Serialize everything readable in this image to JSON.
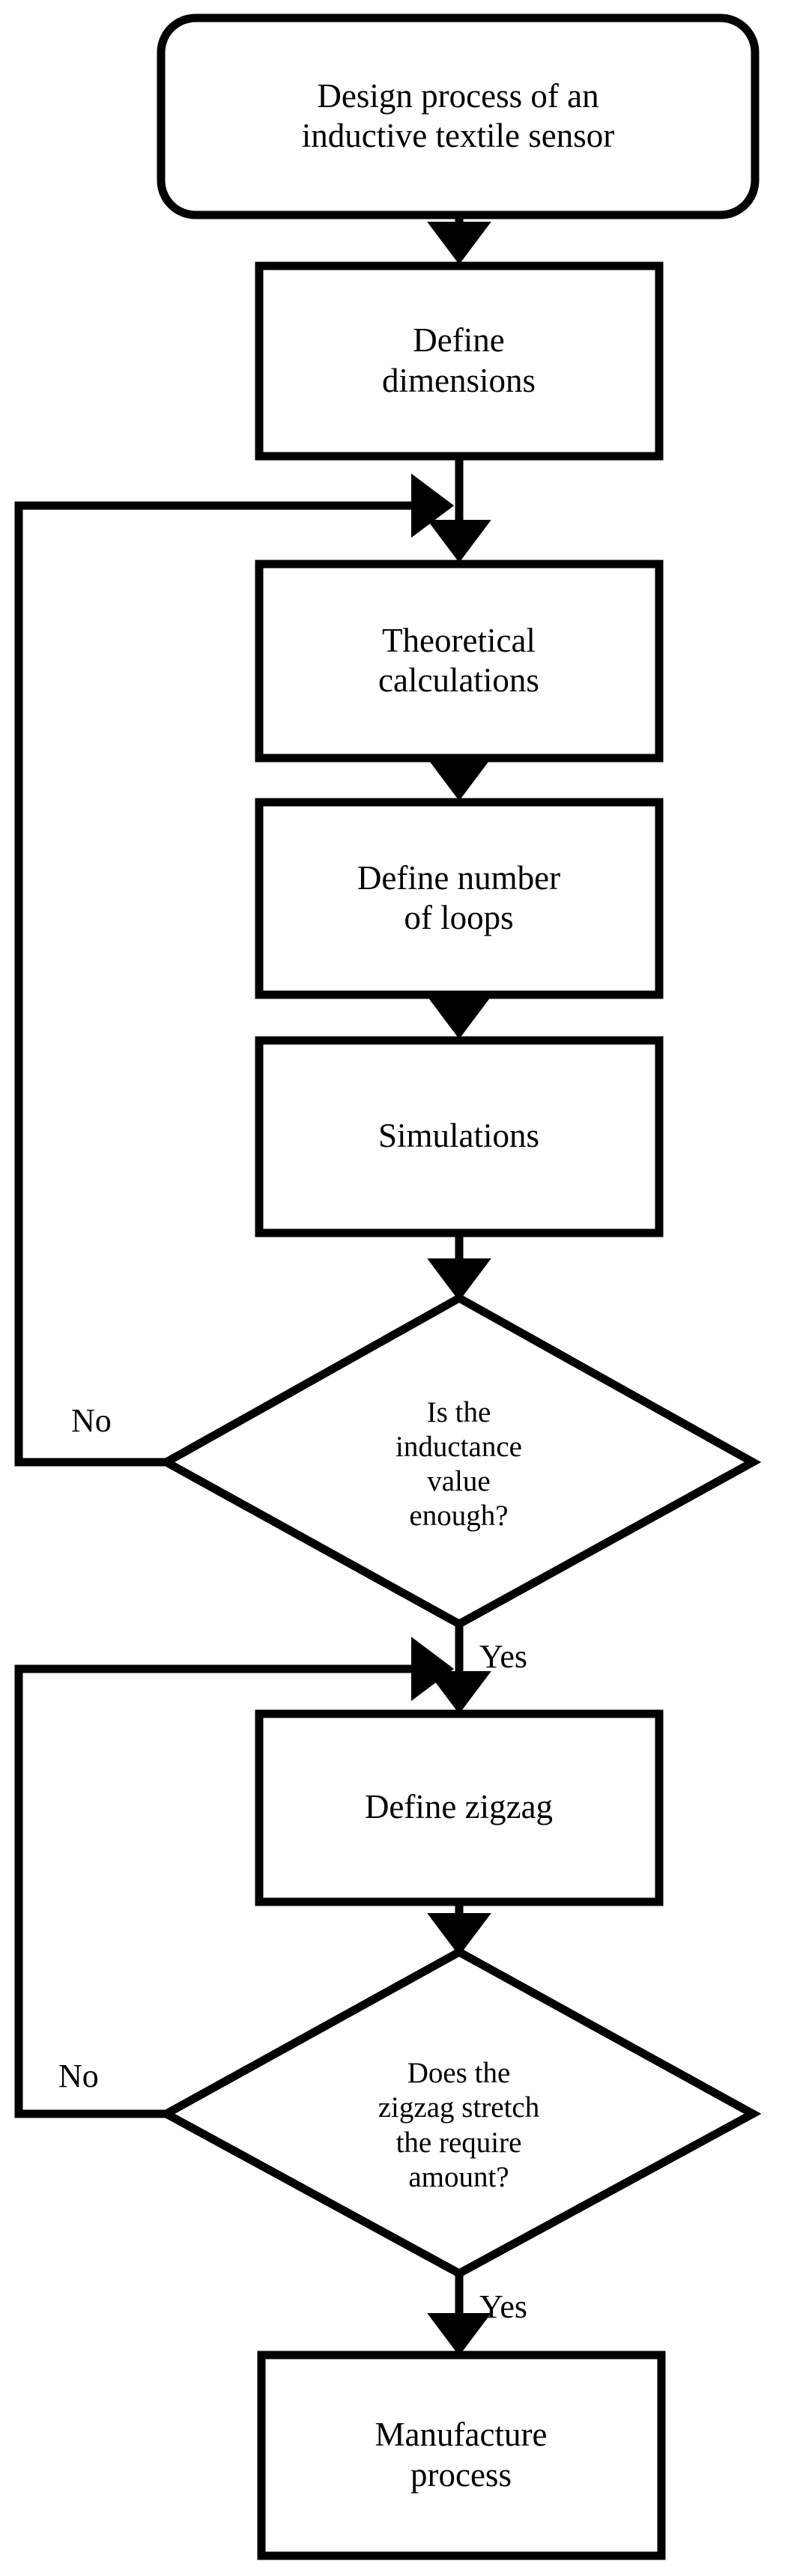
{
  "diagram": {
    "title": "Design process of an inductive textile sensor",
    "type": "flowchart",
    "orientation": "top-to-bottom",
    "stroke_color": "#000000",
    "fill_color": "#ffffff",
    "background_color": "#ffffff",
    "nodes": [
      {
        "id": "start",
        "shape": "rounded-rectangle",
        "label": "Design process of an\ninductive textile sensor"
      },
      {
        "id": "dimensions",
        "shape": "rectangle",
        "label": "Define\ndimensions"
      },
      {
        "id": "theory",
        "shape": "rectangle",
        "label": "Theoretical\ncalculations"
      },
      {
        "id": "loops",
        "shape": "rectangle",
        "label": "Define number\nof loops"
      },
      {
        "id": "simulations",
        "shape": "rectangle",
        "label": "Simulations"
      },
      {
        "id": "decision1",
        "shape": "diamond",
        "label": "Is the\ninductance\nvalue\nenough?"
      },
      {
        "id": "zigzag",
        "shape": "rectangle",
        "label": "Define zigzag"
      },
      {
        "id": "decision2",
        "shape": "diamond",
        "label": "Does the\nzigzag stretch\nthe require\namount?"
      },
      {
        "id": "manufacture",
        "shape": "rectangle",
        "label": "Manufacture\nprocess"
      }
    ],
    "edges": [
      {
        "from": "start",
        "to": "dimensions",
        "label": ""
      },
      {
        "from": "dimensions",
        "to": "theory",
        "label": ""
      },
      {
        "from": "theory",
        "to": "loops",
        "label": ""
      },
      {
        "from": "loops",
        "to": "simulations",
        "label": ""
      },
      {
        "from": "simulations",
        "to": "decision1",
        "label": ""
      },
      {
        "from": "decision1",
        "to": "theory",
        "label": "No"
      },
      {
        "from": "decision1",
        "to": "zigzag",
        "label": "Yes"
      },
      {
        "from": "zigzag",
        "to": "decision2",
        "label": ""
      },
      {
        "from": "decision2",
        "to": "zigzag",
        "label": "No"
      },
      {
        "from": "decision2",
        "to": "manufacture",
        "label": "Yes"
      }
    ],
    "labels": {
      "no_1": "No",
      "yes_1": "Yes",
      "no_2": "No",
      "yes_2": "Yes"
    }
  }
}
